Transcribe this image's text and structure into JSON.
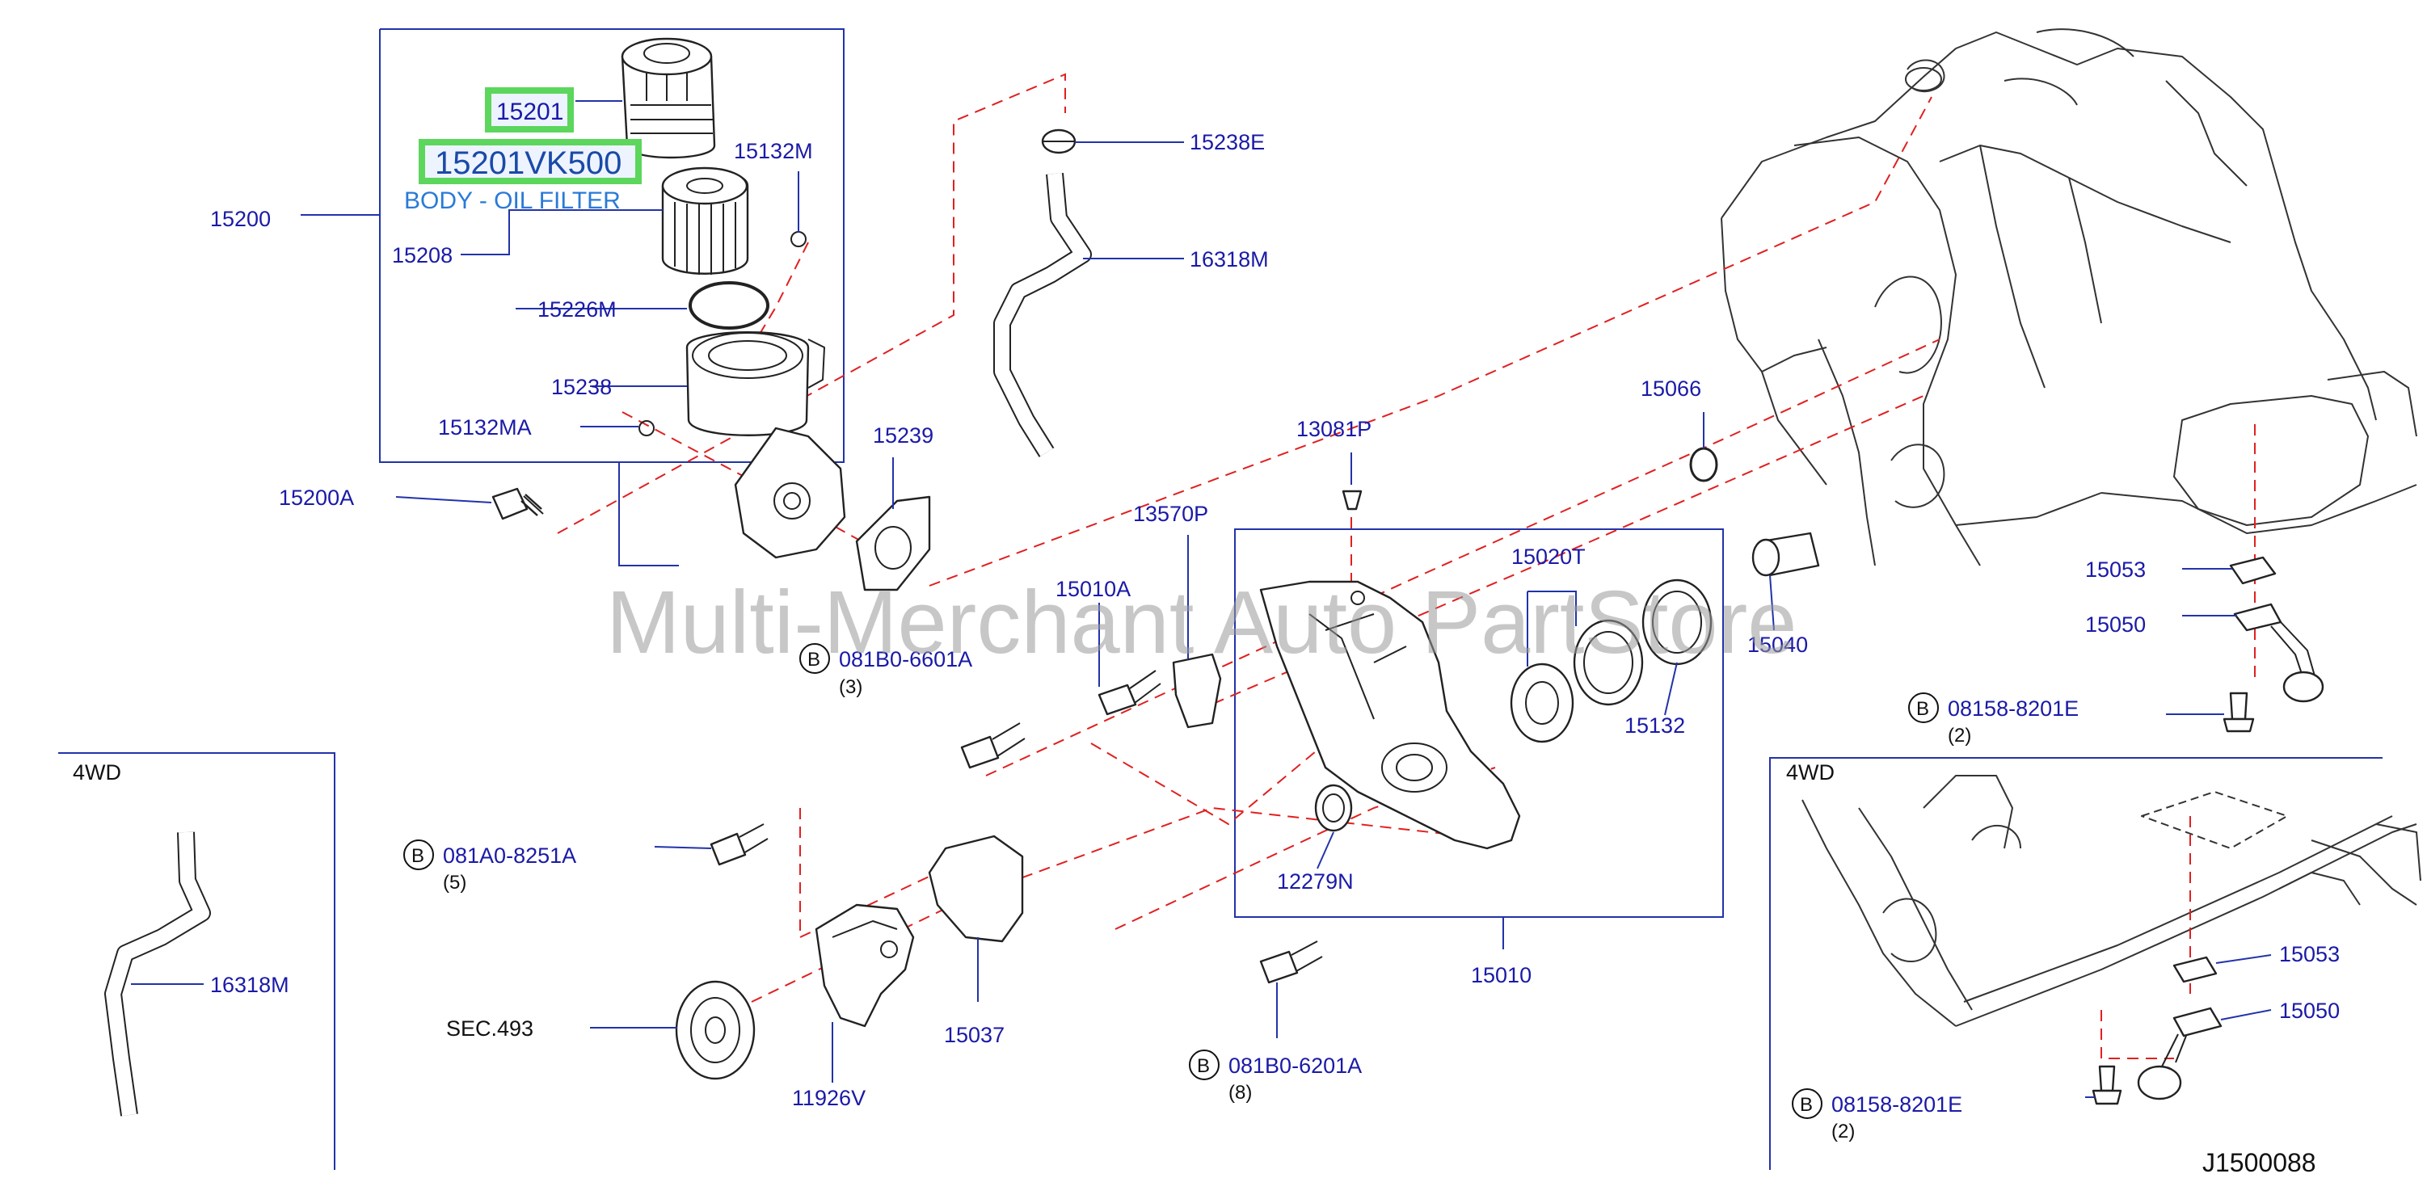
{
  "diagram": {
    "drawing_id": "J1500088",
    "watermark": "Multi-Merchant Auto PartStore",
    "highlight": {
      "part_number": "15201",
      "full_part_number": "15201VK500",
      "description": "BODY - OIL FILTER"
    },
    "labels": {
      "p15200": "15200",
      "p15208": "15208",
      "p15226M": "15226M",
      "p15132M": "15132M",
      "p15238": "15238",
      "p15132MA": "15132MA",
      "p15200A": "15200A",
      "p15239": "15239",
      "p15238E": "15238E",
      "p16318M_top": "16318M",
      "p13081P": "13081P",
      "p13570P": "13570P",
      "p15010A": "15010A",
      "p15020T": "15020T",
      "p15132": "15132",
      "p15040": "15040",
      "p15066": "15066",
      "p15053": "15053",
      "p15050": "15050",
      "p12279N": "12279N",
      "p15010": "15010",
      "p15037": "15037",
      "p11926V": "11926V",
      "sec493": "SEC.493",
      "p16318M_4wd": "16318M",
      "p15053_4wd": "15053",
      "p15050_4wd": "15050"
    },
    "bolts": {
      "b1": {
        "marker": "B",
        "part": "081B0-6601A",
        "qty": "(3)"
      },
      "b2": {
        "marker": "B",
        "part": "081A0-8251A",
        "qty": "(5)"
      },
      "b3": {
        "marker": "B",
        "part": "081B0-6201A",
        "qty": "(8)"
      },
      "b4": {
        "marker": "B",
        "part": "08158-8201E",
        "qty": "(2)"
      },
      "b5": {
        "marker": "B",
        "part": "08158-8201E",
        "qty": "(2)"
      }
    },
    "sections": {
      "left_4wd": "4WD",
      "right_4wd": "4WD"
    },
    "colors": {
      "label_blue": "#1a1aa8",
      "leader_blue": "#2233aa",
      "dash_red": "#e02020",
      "highlight_green": "#5cd65c",
      "description_blue": "#2a7ad8"
    }
  }
}
